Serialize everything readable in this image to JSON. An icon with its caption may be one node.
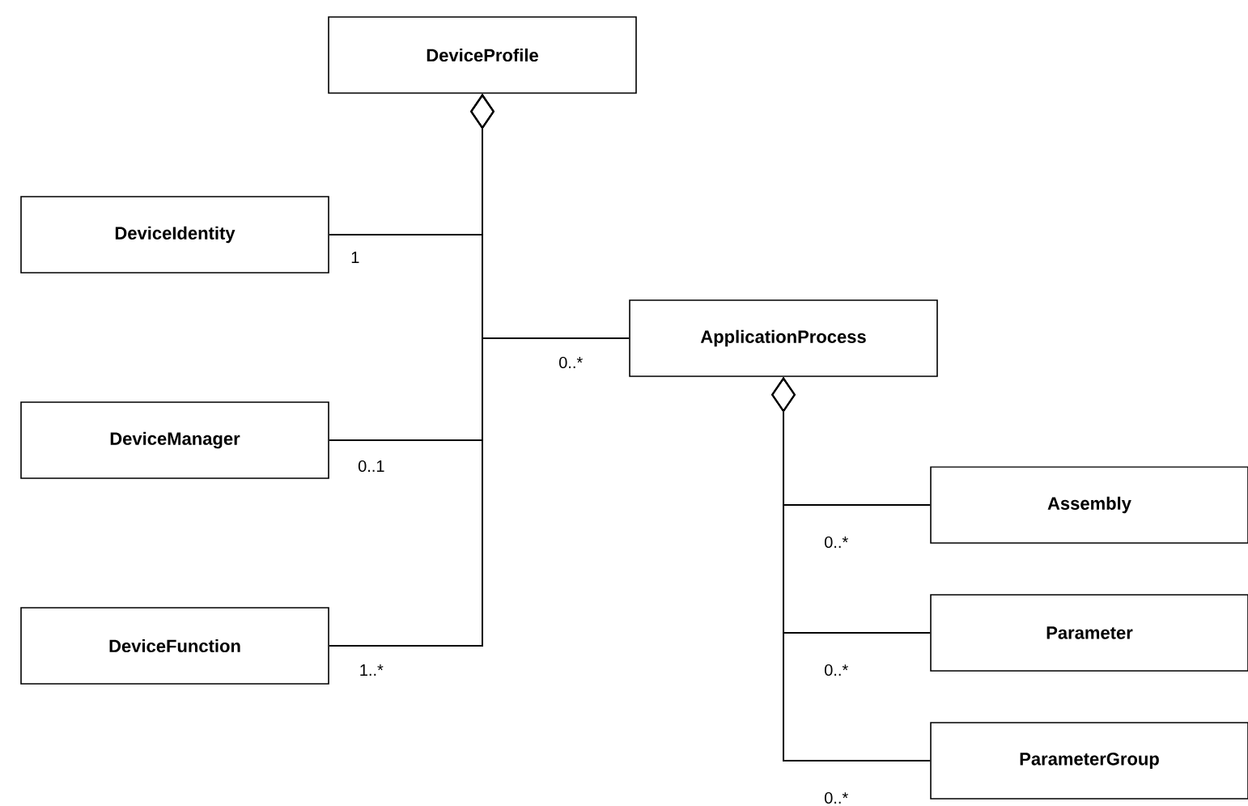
{
  "diagram": {
    "nodes": [
      {
        "text": [
          "DeviceProfile"
        ]
      },
      {
        "text": [
          "DeviceIdentity"
        ]
      },
      {
        "text": [
          "ApplicationProcess"
        ]
      },
      {
        "text": [
          "DeviceManager"
        ]
      },
      {
        "text": [
          "Assembly"
        ]
      },
      {
        "text": [
          "DeviceFunction"
        ]
      },
      {
        "text": [
          "Parameter"
        ]
      },
      {
        "text": [
          "ParameterGroup"
        ]
      }
    ],
    "edges": [
      {
        "from": 0,
        "to": 1,
        "arrow": "other",
        "label": "1"
      },
      {
        "from": 0,
        "to": 2,
        "arrow": "other",
        "label": "0..*"
      },
      {
        "from": 0,
        "to": 3,
        "arrow": "other",
        "label": "0..1"
      },
      {
        "from": 0,
        "to": 5,
        "arrow": "other",
        "label": "1..*"
      },
      {
        "from": 2,
        "to": 4,
        "arrow": "other",
        "label": "0..*"
      },
      {
        "from": 2,
        "to": 6,
        "arrow": "other",
        "label": "0..*"
      },
      {
        "from": 2,
        "to": 7,
        "arrow": "other",
        "label": "0..*"
      }
    ]
  }
}
